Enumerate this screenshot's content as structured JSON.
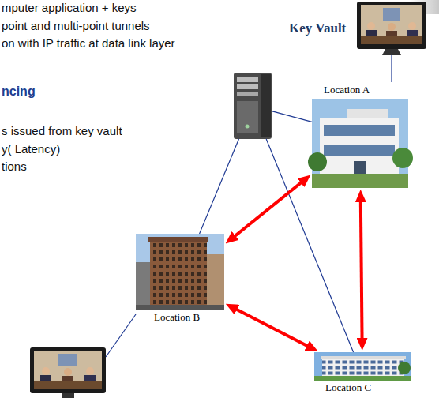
{
  "diagram": {
    "nodes": [
      {
        "text": [
          "Key Vault"
        ]
      },
      {
        "text": [
          "Location A"
        ]
      },
      {
        "text": [
          "Location B"
        ]
      },
      {
        "text": [
          "Location C"
        ]
      }
    ],
    "edges": [
      {
        "from": 0,
        "to": 1,
        "arrow": "none"
      },
      {
        "from": 0,
        "to": 2,
        "arrow": "none"
      },
      {
        "from": 0,
        "to": 3,
        "arrow": "none"
      },
      {
        "from": 1,
        "to": 2,
        "arrow": "both"
      },
      {
        "from": 1,
        "to": 3,
        "arrow": "both"
      },
      {
        "from": 2,
        "to": 3,
        "arrow": "both"
      }
    ],
    "labels": [
      "mputer application + keys",
      "point and multi-point tunnels",
      "on with IP traffic at data link layer",
      "ncing",
      "s issued from key vault",
      "y( Latency)",
      "tions"
    ]
  }
}
